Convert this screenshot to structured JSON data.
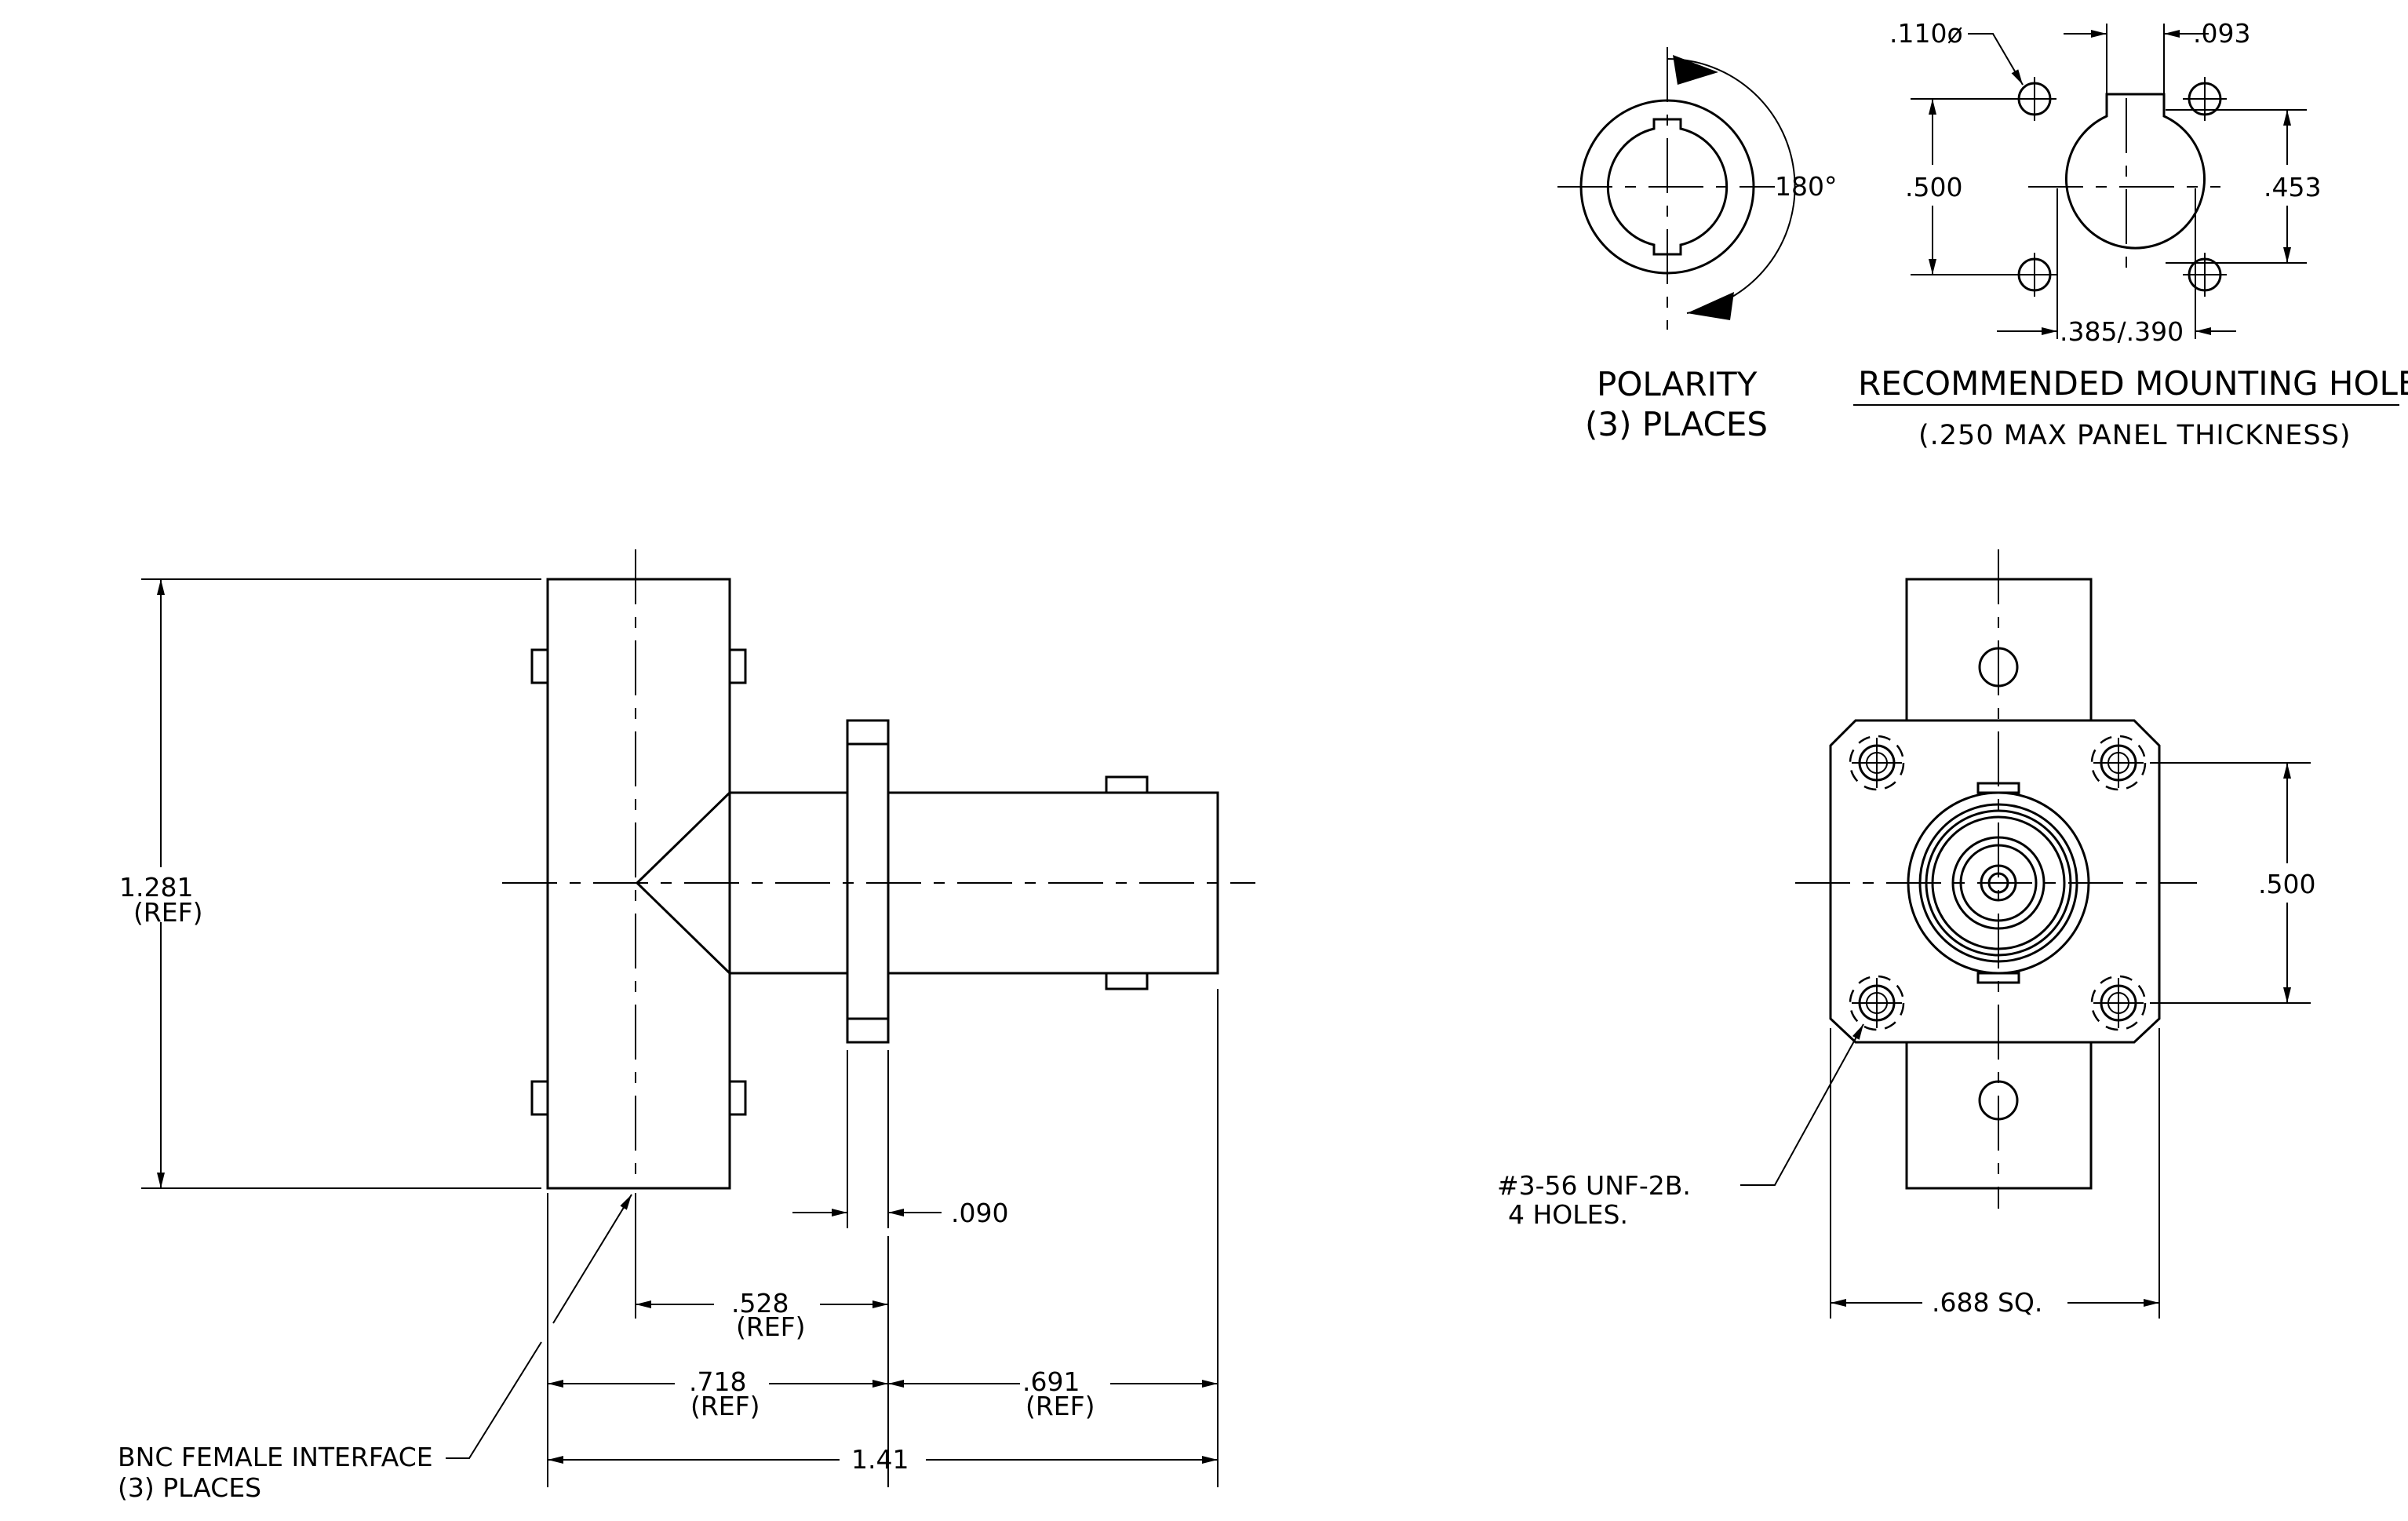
{
  "polarity": {
    "angle_label": "180°",
    "caption_line1": "POLARITY",
    "caption_line2": "(3) PLACES"
  },
  "mounting_hole": {
    "hole_dia_label": ".110ø",
    "key_width_label": ".093",
    "hole_spacing_label": ".500",
    "flat_height_label": ".453",
    "bore_dia_label": ".385/.390",
    "title": "RECOMMENDED MOUNTING HOLE",
    "subtitle": "(.250 MAX PANEL THICKNESS)"
  },
  "side_view": {
    "height_label": "1.281",
    "height_ref": "(REF)",
    "flange_label": ".090",
    "offset_label": ".528",
    "offset_ref": "(REF)",
    "left_label": ".718",
    "left_ref": "(REF)",
    "right_label": ".691",
    "right_ref": "(REF)",
    "overall_label": "1.41",
    "note_line1": "BNC FEMALE INTERFACE",
    "note_line2": "(3)  PLACES"
  },
  "end_view": {
    "hole_spacing_label": ".500",
    "thread_note_line1": "#3-56 UNF-2B.",
    "thread_note_line2": "4 HOLES.",
    "square_label": ".688 SQ."
  }
}
